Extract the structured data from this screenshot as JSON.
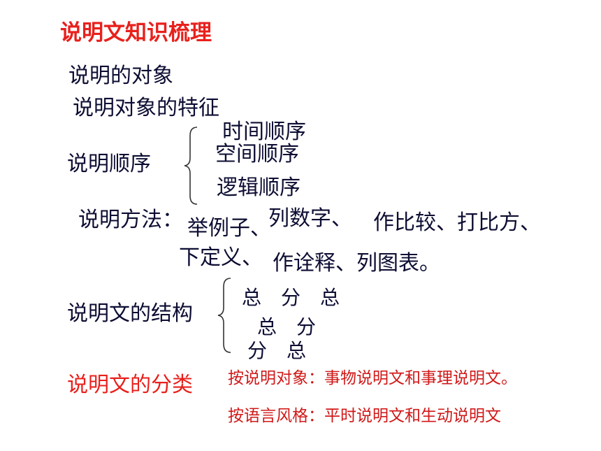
{
  "title": "说明文知识梳理",
  "items": {
    "object": "说明的对象",
    "feature": "说明对象的特征",
    "order_label": "说明顺序",
    "orders": [
      "时间顺序",
      "空间顺序",
      "逻辑顺序"
    ],
    "method_label": "说明方法：",
    "methods": [
      "举例子、",
      "列数字、",
      "作比较、打比方、",
      "下定义、",
      "作诠释、列图表。"
    ],
    "structure_label": "说明文的结构",
    "structures": [
      "总　分　总",
      "总　分",
      "分　总"
    ],
    "class_label": "说明文的分类",
    "classes": [
      "按说明对象：事物说明文和事理说明文。",
      "按语言风格：平时说明文和生动说明文"
    ]
  },
  "colors": {
    "title": "#e8201c",
    "body": "#0d0d33",
    "class_items": "#d01818"
  }
}
